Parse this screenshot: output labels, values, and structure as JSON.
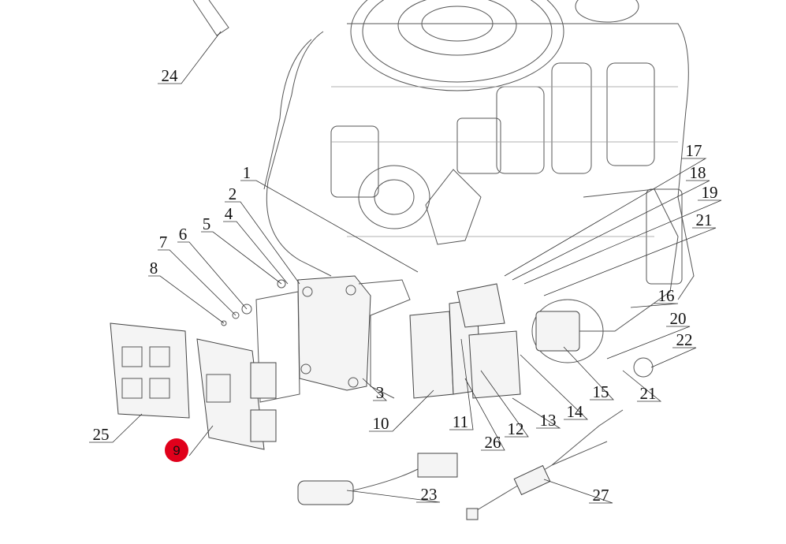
{
  "diagram": {
    "highlight_color": "#e0001b",
    "highlighted_part": "9",
    "callouts": [
      {
        "id": "c24",
        "label": "24"
      },
      {
        "id": "c1",
        "label": "1"
      },
      {
        "id": "c17",
        "label": "17"
      },
      {
        "id": "c18",
        "label": "18"
      },
      {
        "id": "c2",
        "label": "2"
      },
      {
        "id": "c19",
        "label": "19"
      },
      {
        "id": "c5",
        "label": "5"
      },
      {
        "id": "c4",
        "label": "4"
      },
      {
        "id": "c21a",
        "label": "21"
      },
      {
        "id": "c6",
        "label": "6"
      },
      {
        "id": "c7",
        "label": "7"
      },
      {
        "id": "c8",
        "label": "8"
      },
      {
        "id": "c16",
        "label": "16"
      },
      {
        "id": "c20",
        "label": "20"
      },
      {
        "id": "c22",
        "label": "22"
      },
      {
        "id": "c3",
        "label": "3"
      },
      {
        "id": "c15",
        "label": "15"
      },
      {
        "id": "c21b",
        "label": "21"
      },
      {
        "id": "c14",
        "label": "14"
      },
      {
        "id": "c10",
        "label": "10"
      },
      {
        "id": "c11",
        "label": "11"
      },
      {
        "id": "c12",
        "label": "12"
      },
      {
        "id": "c13",
        "label": "13"
      },
      {
        "id": "c25",
        "label": "25"
      },
      {
        "id": "c26",
        "label": "26"
      },
      {
        "id": "c9",
        "label": "9"
      },
      {
        "id": "c23",
        "label": "23"
      },
      {
        "id": "c27",
        "label": "27"
      }
    ]
  }
}
